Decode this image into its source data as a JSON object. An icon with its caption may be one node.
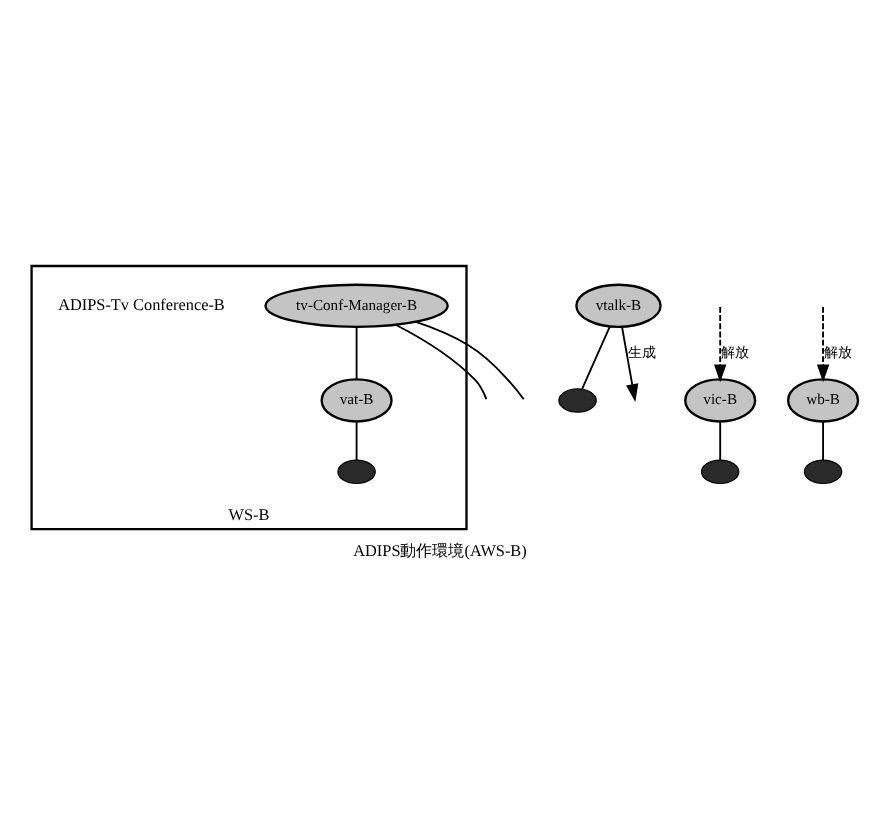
{
  "diagram": {
    "caption": "ADIPS動作環境(AWS-B)",
    "nodes": [
      {
        "text": [
          "WS-B"
        ]
      },
      {
        "text": [
          "tv-Conf-Manager-B"
        ],
        "in": 0
      },
      {
        "text": [
          "vat-B"
        ],
        "in": 0
      },
      {
        "text": [],
        "shape": "circle",
        "in": 0
      },
      {
        "text": [
          "vtalk-B"
        ]
      },
      {
        "text": [],
        "shape": "circle"
      },
      {
        "text": [
          "vic-B"
        ]
      },
      {
        "text": [],
        "shape": "circle"
      },
      {
        "text": [
          "wb-B"
        ]
      },
      {
        "text": [],
        "shape": "circle"
      }
    ],
    "edges": [
      {
        "from": 1,
        "to": 2,
        "arrow": "none"
      },
      {
        "from": 2,
        "to": 3,
        "arrow": "none"
      },
      {
        "from": 4,
        "to": 5,
        "arrow": "none"
      },
      {
        "from": 6,
        "to": 7,
        "arrow": "none"
      },
      {
        "from": 8,
        "to": 9,
        "arrow": "none"
      },
      {
        "from": 4,
        "to": null,
        "arrow": "to",
        "label": "生成"
      },
      {
        "from": 1,
        "to": null,
        "arrow": "none"
      },
      {
        "from": null,
        "to": 6,
        "arrow": "to",
        "style": "dashed",
        "label": "解放"
      },
      {
        "from": 1,
        "to": null,
        "arrow": "none"
      },
      {
        "from": null,
        "to": 8,
        "arrow": "to",
        "style": "dashed",
        "label": "解放"
      }
    ],
    "labels": [
      "ADIPS-Tv Conference-B"
    ]
  }
}
